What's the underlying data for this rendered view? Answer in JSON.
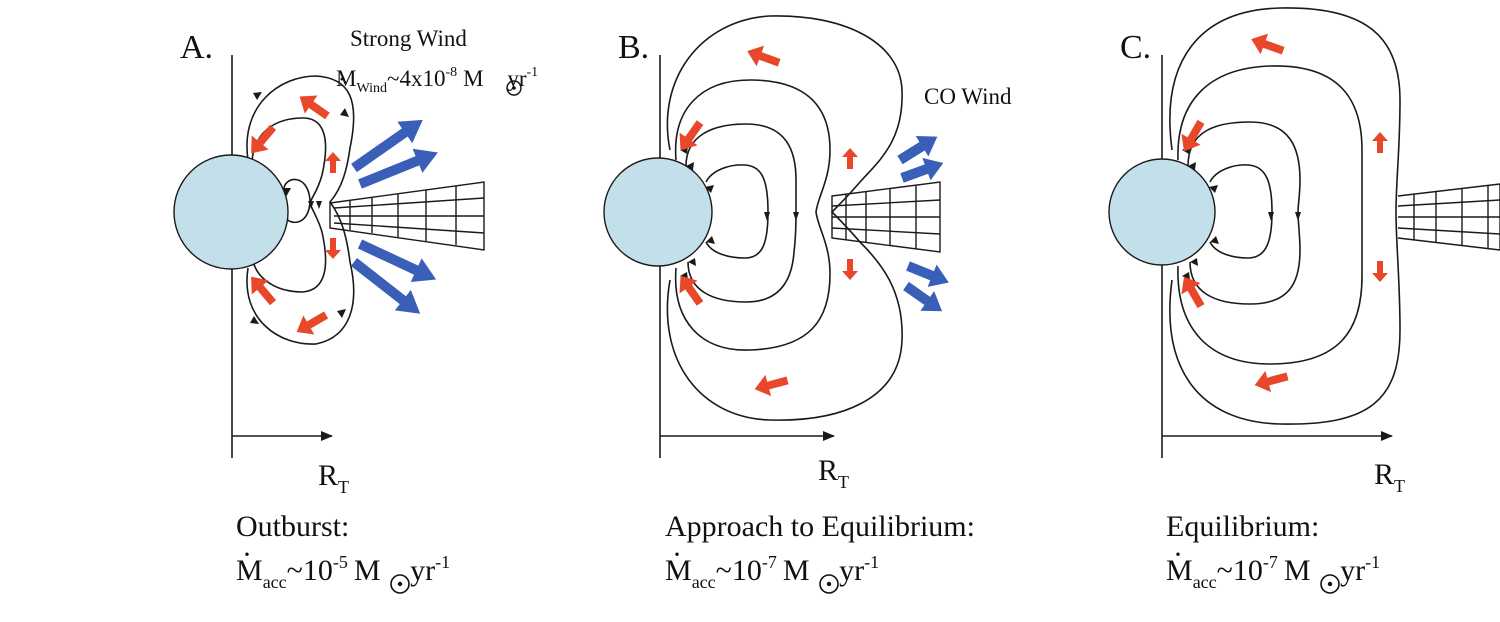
{
  "colors": {
    "star": "#c3e0ea",
    "accretion_arrow": "#e8472a",
    "wind_arrow": "#3a5fb8",
    "line": "#1a1a1a"
  },
  "panels": [
    {
      "letter": "A.",
      "wind_title": "Strong Wind",
      "wind_rate": {
        "symbol": "M",
        "sub": "Wind",
        "coef": "~4x10",
        "exp": "-8",
        "unit": "M",
        "unit_tail": " yr",
        "unit_exp": "-1"
      },
      "axis_label": "R",
      "axis_sub": "T",
      "state": "Outburst:",
      "rate": {
        "symbol": "M",
        "sub": "acc",
        "coef": "~10",
        "exp": "-5",
        "unit": "M",
        "unit_tail": " yr",
        "unit_exp": "-1"
      }
    },
    {
      "letter": "B.",
      "wind_title": "CO Wind",
      "axis_label": "R",
      "axis_sub": "T",
      "state": "Approach to Equilibrium:",
      "rate": {
        "symbol": "M",
        "sub": "acc",
        "coef": "~10",
        "exp": "-7",
        "unit": "M",
        "unit_tail": " yr",
        "unit_exp": "-1"
      }
    },
    {
      "letter": "C.",
      "axis_label": "R",
      "axis_sub": "T",
      "state": "Equilibrium:",
      "rate": {
        "symbol": "M",
        "sub": "acc",
        "coef": "~10",
        "exp": "-7",
        "unit": "M",
        "unit_tail": " yr",
        "unit_exp": "-1"
      }
    }
  ]
}
